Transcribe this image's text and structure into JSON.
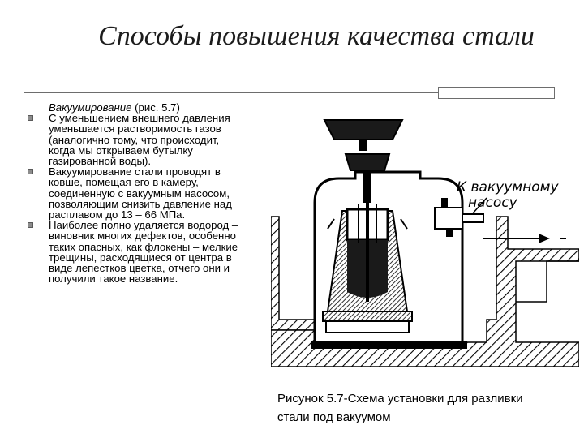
{
  "slide": {
    "title": "Способы повышения качества стали",
    "heading_term": "Вакуумирование",
    "heading_ref": " (рис. 5.7)",
    "bullets": [
      "С уменьшением внешнего давления уменьшается растворимость газов (аналогично тому, что происходит, когда мы открываем бутылку газированной воды).",
      "Вакуумирование стали проводят в ковше, помещая его в камеру, соединенную с вакуумным насосом, позволяющим снизить давление над расплавом до 13 – 66 МПа.",
      "Наиболее полно удаляется водород – виновник многих дефектов, особенно таких опасных, как флокены – мелкие трещины, расходящиеся от центра в виде лепестков цветка, отчего они и получили такое название."
    ]
  },
  "figure": {
    "label_line1": "К вакуумному",
    "label_line2": "насосу",
    "caption": "Рисунок 5.7-Схема установки для разливки стали под вакуумом"
  },
  "colors": {
    "title": "#1c1c1c",
    "rule": "#6d6d6d",
    "bullet": "#8c8c8c",
    "metal": "#1a1a1a"
  }
}
